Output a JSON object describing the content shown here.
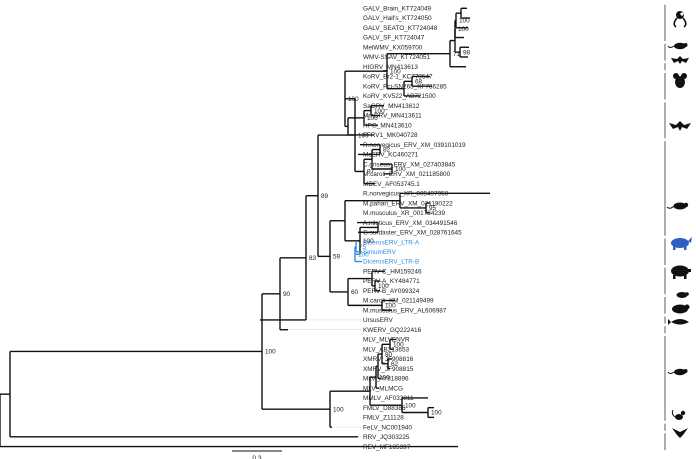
{
  "tips": [
    "GALV_Brain_KT724049",
    "GALV_Hall's_KT724050",
    "GALV_SEATO_KT724048",
    "GALV_SF_KT724047",
    "MelWMV_KX059700",
    "WMV-SSAV_KT724051",
    "HIGRV_MN413613",
    "KoRV_Br2-1_KC779547",
    "KoRV_Pci-SN265_KF786285",
    "KoRV_KV522_AB721500",
    "SaGRV_MN413612",
    "MmGRV_MN413611",
    "HPG_MN413610",
    "FFRV1_MK040728",
    "R.norvegicus_ERV_XM_039101019",
    "McERV_KC460271",
    "C.griseus_ERV_XM_027403845",
    "M.caroli_ERV_XM_021185800",
    "MDEV_AF053745.1",
    "R.norvegicus_XR_005497950",
    "M.pahari_ERV_XM_021190222",
    "M.musculus_XR_001784239",
    "A.niloticus_ERV_XM_034491546",
    "G.surdaster_ERV_XM_028761645",
    "DicerosERV_LTR-A",
    "SimumERV",
    "DicerosERV_LTR-B",
    "PERV-C_HM159246",
    "PERV-A_KY484771",
    "PERV-B_AY099324",
    "M.caroli_XM_021149499",
    "M.musculus_ERV_AL606987",
    "UrsusERV",
    "KWERV_GQ222416",
    "MLV_MLVENVR",
    "MLV_AB213653",
    "XMRV_JF908816",
    "XMRV_JF908815",
    "MLV_AY818896",
    "MLV_MLMCG",
    "MMLV_AF033811",
    "FMLV_D88386",
    "FMLV_Z11128",
    "FeLV_NC001940",
    "RRV_JQ303225",
    "REV_MF185397"
  ],
  "bootstrap": {
    "galv_seato": "100",
    "galv_hiv": "71",
    "melwmv": "98",
    "gibbon": "100",
    "korv_pci": "68",
    "korv_clade": "100",
    "sagrv": "100",
    "hpg": "100",
    "bat_clade": "100",
    "rn_mc": "82",
    "cg_mcar": "100",
    "mdev": "97",
    "rodent_clade": "100",
    "mp_mm": "95",
    "dic_pair": "100",
    "dic_mid": "75",
    "dic_in": "100",
    "dic_outer": "100",
    "perv": "100",
    "perv_outer": "60",
    "mc_mm": "100",
    "big_59": "59",
    "big_89": "89",
    "big_83": "83",
    "big_90": "90",
    "root100": "100",
    "mlv_top": "100",
    "mlv_80": "80",
    "mlv_xmrv": "62",
    "mlv_upper": "100",
    "mmlv": "100",
    "fmlv": "100",
    "mlv_clade": "100"
  },
  "scale_bar": "0.3",
  "colors": {
    "highlight": "#2f8fe0",
    "branch": "#111111",
    "dotted": "#bbbbbb",
    "bracket": "#333333"
  },
  "silhouettes": [
    "gibbon-icon",
    "bat-icon",
    "koala-icon",
    "bat-icon",
    "rodent-icon",
    "rhino-icon",
    "pig-icon",
    "rodent-icon",
    "bear-icon",
    "whale-icon",
    "rodent-icon",
    "cat-icon",
    "bird-icon"
  ]
}
